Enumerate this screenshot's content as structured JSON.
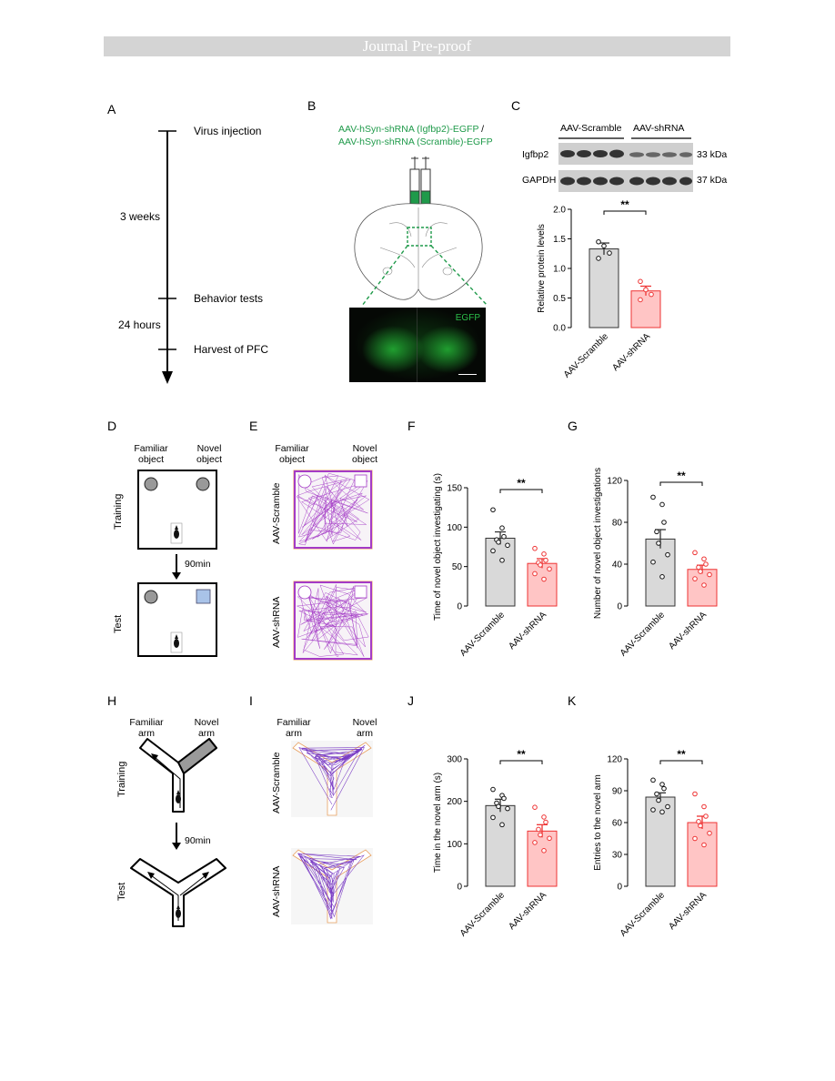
{
  "header": {
    "banner": "Journal Pre-proof"
  },
  "panels": {
    "A": {
      "label": "A",
      "events": [
        "Virus injection",
        "Behavior tests",
        "Harvest of PFC"
      ],
      "intervals": [
        "3 weeks",
        "24 hours"
      ]
    },
    "B": {
      "label": "B",
      "virus_line1": "AAV-hSyn-shRNA (Igfbp2)-EGFP",
      "virus_sep": " /",
      "virus_line2": "AAV-hSyn-shRNA (Scramble)-EGFP",
      "micrograph_label": "EGFP"
    },
    "C": {
      "label": "C",
      "group1": "AAV-Scramble",
      "group2": "AAV-shRNA",
      "band1": "Igfbp2",
      "band2": "GAPDH",
      "kda1": "33 kDa",
      "kda2": "37 kDa"
    },
    "D": {
      "label": "D",
      "familiar": [
        "Familiar",
        "object"
      ],
      "novel": [
        "Novel",
        "object"
      ],
      "phase1": "Training",
      "phase2": "Test",
      "delay": "90min"
    },
    "E": {
      "label": "E",
      "familiar": [
        "Familiar",
        "object"
      ],
      "novel": [
        "Novel",
        "object"
      ],
      "row1": "AAV-Scramble",
      "row2": "AAV-shRNA"
    },
    "F": {
      "label": "F"
    },
    "G": {
      "label": "G"
    },
    "H": {
      "label": "H",
      "familiar": [
        "Familiar",
        "arm"
      ],
      "novel": [
        "Novel",
        "arm"
      ],
      "phase1": "Training",
      "phase2": "Test",
      "delay": "90min"
    },
    "I": {
      "label": "I",
      "familiar": [
        "Familiar",
        "arm"
      ],
      "novel": [
        "Novel",
        "arm"
      ],
      "row1": "AAV-Scramble",
      "row2": "AAV-shRNA"
    },
    "J": {
      "label": "J"
    },
    "K": {
      "label": "K"
    }
  },
  "chart_data": [
    {
      "id": "C",
      "type": "bar",
      "categories": [
        "AAV-Scramble",
        "AAV-shRNA"
      ],
      "values": [
        1.33,
        0.62
      ],
      "sem": [
        0.1,
        0.08
      ],
      "points": [
        [
          1.45,
          1.38,
          1.26,
          1.17
        ],
        [
          0.78,
          0.64,
          0.56,
          0.47
        ]
      ],
      "ylabel": "Relative protein levels",
      "ylim": [
        0,
        2.0
      ],
      "yticks": [
        "0.0",
        "0.5",
        "1.0",
        "1.5",
        "2.0"
      ],
      "significance": "**"
    },
    {
      "id": "F",
      "type": "bar",
      "categories": [
        "AAV-Scramble",
        "AAV-shRNA"
      ],
      "values": [
        86,
        54
      ],
      "sem": [
        8,
        6
      ],
      "points": [
        [
          122,
          99,
          88,
          84,
          81,
          77,
          70,
          58
        ],
        [
          73,
          66,
          58,
          55,
          52,
          47,
          41,
          34
        ]
      ],
      "ylabel": "Time of novel object investigating (s)",
      "ylim": [
        0,
        150
      ],
      "yticks": [
        "0",
        "50",
        "100",
        "150"
      ],
      "significance": "**"
    },
    {
      "id": "G",
      "type": "bar",
      "categories": [
        "AAV-Scramble",
        "AAV-shRNA"
      ],
      "values": [
        64,
        35
      ],
      "sem": [
        9,
        4
      ],
      "points": [
        [
          104,
          97,
          80,
          71,
          60,
          49,
          42,
          28
        ],
        [
          51,
          45,
          40,
          37,
          33,
          30,
          26,
          20
        ]
      ],
      "ylabel": "Number of novel object investigations",
      "ylim": [
        0,
        120
      ],
      "yticks": [
        "0",
        "40",
        "80",
        "120"
      ],
      "significance": "**"
    },
    {
      "id": "J",
      "type": "bar",
      "categories": [
        "AAV-Scramble",
        "AAV-shRNA"
      ],
      "values": [
        190,
        130
      ],
      "sem": [
        15,
        15
      ],
      "points": [
        [
          228,
          214,
          207,
          196,
          188,
          183,
          162,
          145
        ],
        [
          186,
          163,
          151,
          134,
          121,
          113,
          103,
          84
        ]
      ],
      "ylabel": "Time in the novel arm (s)",
      "ylim": [
        0,
        300
      ],
      "yticks": [
        "0",
        "100",
        "200",
        "300"
      ],
      "significance": "**"
    },
    {
      "id": "K",
      "type": "bar",
      "categories": [
        "AAV-Scramble",
        "AAV-shRNA"
      ],
      "values": [
        84,
        60
      ],
      "sem": [
        4,
        6
      ],
      "points": [
        [
          100,
          96,
          92,
          87,
          81,
          75,
          72,
          70
        ],
        [
          87,
          75,
          66,
          61,
          57,
          50,
          45,
          39
        ]
      ],
      "ylabel": "Entries to the novel arm",
      "ylim": [
        0,
        120
      ],
      "yticks": [
        "0",
        "30",
        "60",
        "90",
        "120"
      ],
      "significance": "**"
    }
  ]
}
